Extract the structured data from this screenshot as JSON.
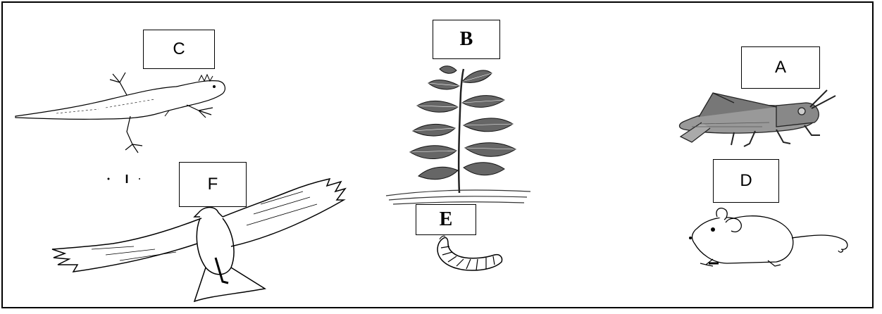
{
  "labels": {
    "a": "A",
    "b": "B",
    "c": "C",
    "d": "D",
    "e": "E",
    "f": "F"
  },
  "organisms": {
    "a": "grasshopper-icon",
    "b": "plant-icon",
    "c": "lizard-icon",
    "d": "mouse-icon",
    "e": "grub-icon",
    "f": "eagle-icon"
  },
  "colors": {
    "line": "#000000",
    "leaf": "#555555",
    "insect": "#888888"
  }
}
